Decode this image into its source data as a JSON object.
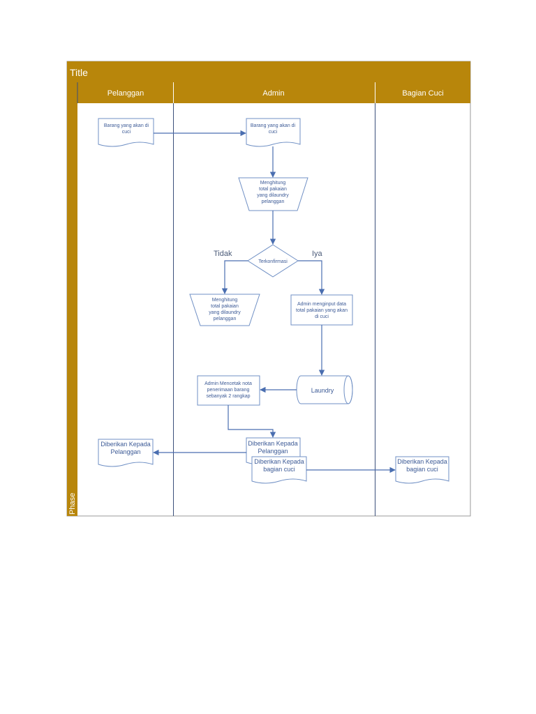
{
  "diagram": {
    "title": "Title",
    "phase_label": "Phase",
    "lanes": [
      "Pelanggan",
      "Admin",
      "Bagian Cuci"
    ],
    "colors": {
      "header": "#b8860b",
      "stroke": "#6f8fc4",
      "edge": "#4a6eb0",
      "text": "#3c5a96"
    },
    "nodes": {
      "doc_cust_items": [
        "Barang yang akan di",
        "cuci"
      ],
      "doc_admin_items": [
        "Barang yang akan di",
        "cuci"
      ],
      "count_1": [
        "Menghitung",
        "total pakaian",
        "yang dilaundry",
        "pelanggan"
      ],
      "decision": [
        "Terkonfirmasi"
      ],
      "count_2": [
        "Menghitung",
        "total pakaian",
        "yang dilaundry",
        "pelanggan"
      ],
      "input_data": [
        "Admin menginput data",
        "total pakaian yang akan",
        "di cuci"
      ],
      "laundry_db": [
        "Laundry"
      ],
      "print_receipt": [
        "Admin Mencetak nota",
        "penerimaan barang",
        "sebanyak 2 rangkap"
      ],
      "doc_to_customer_copy": [
        "Diberikan Kepada",
        "Pelanggan"
      ],
      "doc_to_cuci_copy": [
        "Diberikan Kepada",
        "bagian cuci"
      ],
      "doc_customer_final": [
        "Diberikan Kepada",
        "Pelanggan"
      ],
      "doc_cuci_final": [
        "Diberikan Kepada",
        "bagian cuci"
      ]
    },
    "branches": {
      "no": "Tidak",
      "yes": "Iya"
    }
  }
}
